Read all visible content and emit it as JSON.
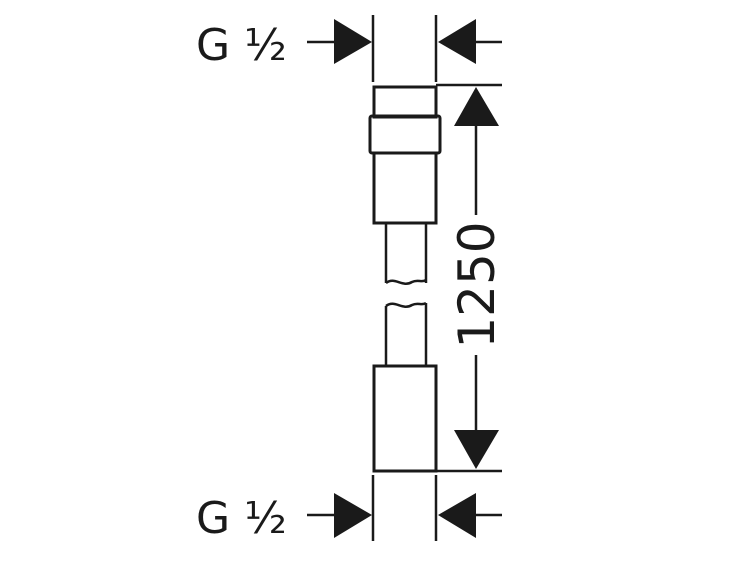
{
  "drawing": {
    "top_thread_label": "G ½",
    "bottom_thread_label": "G ½",
    "length_dimension": "1250",
    "line_color": "#1a1a1a"
  }
}
